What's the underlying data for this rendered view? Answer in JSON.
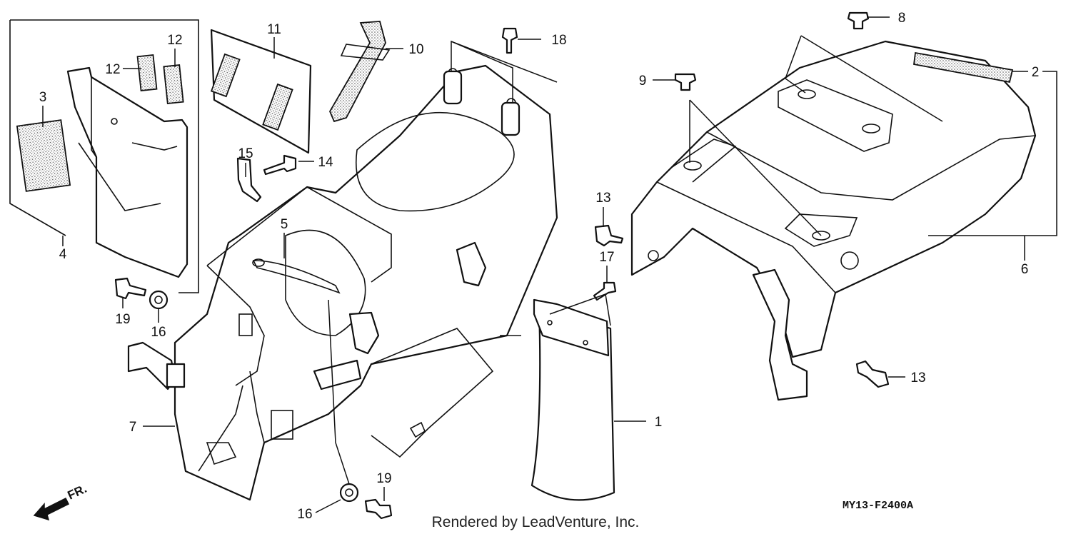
{
  "diagram": {
    "callouts": {
      "c1": "1",
      "c2": "2",
      "c3": "3",
      "c4": "4",
      "c5": "5",
      "c6": "6",
      "c7": "7",
      "c8": "8",
      "c9": "9",
      "c10": "10",
      "c11": "11",
      "c12a": "12",
      "c12b": "12",
      "c13a": "13",
      "c13b": "13",
      "c14": "14",
      "c15": "15",
      "c16a": "16",
      "c16b": "16",
      "c17": "17",
      "c18": "18",
      "c19a": "19",
      "c19b": "19"
    },
    "front_marker": "FR.",
    "diagram_code": "MY13-F2400A",
    "credit": "Rendered by LeadVenture, Inc."
  }
}
